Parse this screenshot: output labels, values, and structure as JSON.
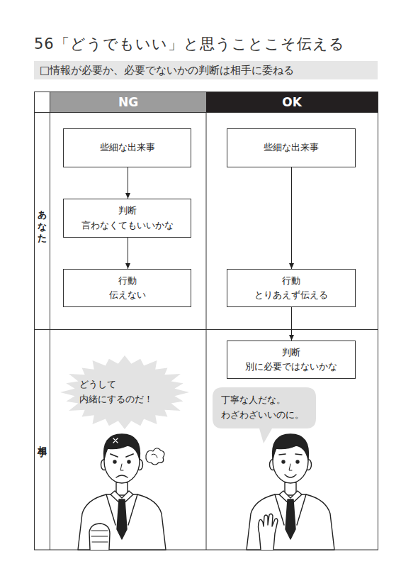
{
  "diagram": {
    "title": "56「どうでもいい」と思うことこそ伝える",
    "nodes": [
      {
        "text": [
          "□情報が必要か、必要でないかの判断は相手に委ねる"
        ]
      },
      {
        "text": [
          "NG"
        ]
      },
      {
        "text": [
          "OK"
        ]
      },
      {
        "text": [
          "些細な出来事"
        ]
      },
      {
        "text": [
          "些細な出来事"
        ]
      },
      {
        "text": [
          "判断",
          "言わなくてもいいかな"
        ]
      },
      {
        "text": [
          "行動",
          "伝えない"
        ]
      },
      {
        "text": [
          "行動",
          "とりあえず伝える"
        ]
      },
      {
        "text": [
          "判断",
          "別に必要ではないかな"
        ]
      },
      {
        "text": [
          "どうして 内緒にするのだ！"
        ]
      },
      {
        "text": [
          "丁寧な人だな。 わざわざいいのに。"
        ]
      }
    ],
    "edges": [
      {
        "from": 3,
        "to": 5,
        "arrow": "to"
      },
      {
        "from": 5,
        "to": 6,
        "arrow": "to"
      },
      {
        "from": 4,
        "to": 7,
        "arrow": "to"
      },
      {
        "from": 7,
        "to": 8,
        "arrow": "to"
      }
    ],
    "labels": [
      "あなた",
      "相手"
    ]
  }
}
